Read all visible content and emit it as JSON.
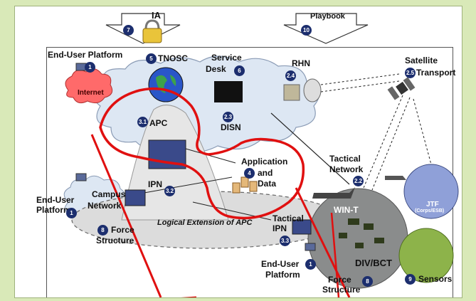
{
  "labels": {
    "ia": "IA",
    "playbook": "Playbook",
    "end_user_platform_top": "End-User Platform",
    "internet": "Internet",
    "tnosc": "TNOSC",
    "service_desk_1": "Service",
    "service_desk_2": "Desk",
    "rhn": "RHN",
    "satellite_1": "Satellite",
    "satellite_2": "Transport",
    "apc": "APC",
    "disn": "DISN",
    "tactical_network_1": "Tactical",
    "tactical_network_2": "Network",
    "application_1": "Application",
    "application_2": "and",
    "application_3": "Data",
    "ipn": "IPN",
    "campus_1": "Campus",
    "campus_2": "Network",
    "end_user_platform_left_1": "End-User",
    "end_user_platform_left_2": "Platform",
    "force_structure_left_1": "Force",
    "force_structure_left_2": "Structure",
    "logical_extension": "Logical Extension of APC",
    "tactical_ipn_1": "Tactical",
    "tactical_ipn_2": "IPN",
    "win_t": "WIN-T",
    "jtf": "JTF",
    "jtf_sub": "(Corps/ESB)",
    "end_user_platform_bottom_1": "End-User",
    "end_user_platform_bottom_2": "Platform",
    "div_bct": "DIV/BCT",
    "force_structure_bottom_1": "Force",
    "force_structure_bottom_2": "Structure",
    "sensors": "Sensors"
  },
  "badges": {
    "ia": "7",
    "playbook": "10",
    "end_user_top": "1",
    "tnosc": "5",
    "service_desk": "6",
    "rhn": "2.4",
    "satellite": "2.5",
    "apc": "3.1",
    "disn": "2.3",
    "tactical_network": "2.2",
    "application": "4",
    "ipn": "3.2",
    "end_user_left": "1",
    "force_structure_left": "8",
    "tactical_ipn": "3.3",
    "end_user_bottom": "1",
    "force_structure_bottom": "8",
    "sensors": "9"
  },
  "colors": {
    "background": "#d9e9b8",
    "badge": "#1c2e6e",
    "cloud": "#dde7f3",
    "annotation": "#e01010",
    "div_bct_circle": "#8a8c8c",
    "jtf_circle": "#8fa0d8",
    "sensors_circle": "#8db34a",
    "internet": "#ff6a6a"
  }
}
